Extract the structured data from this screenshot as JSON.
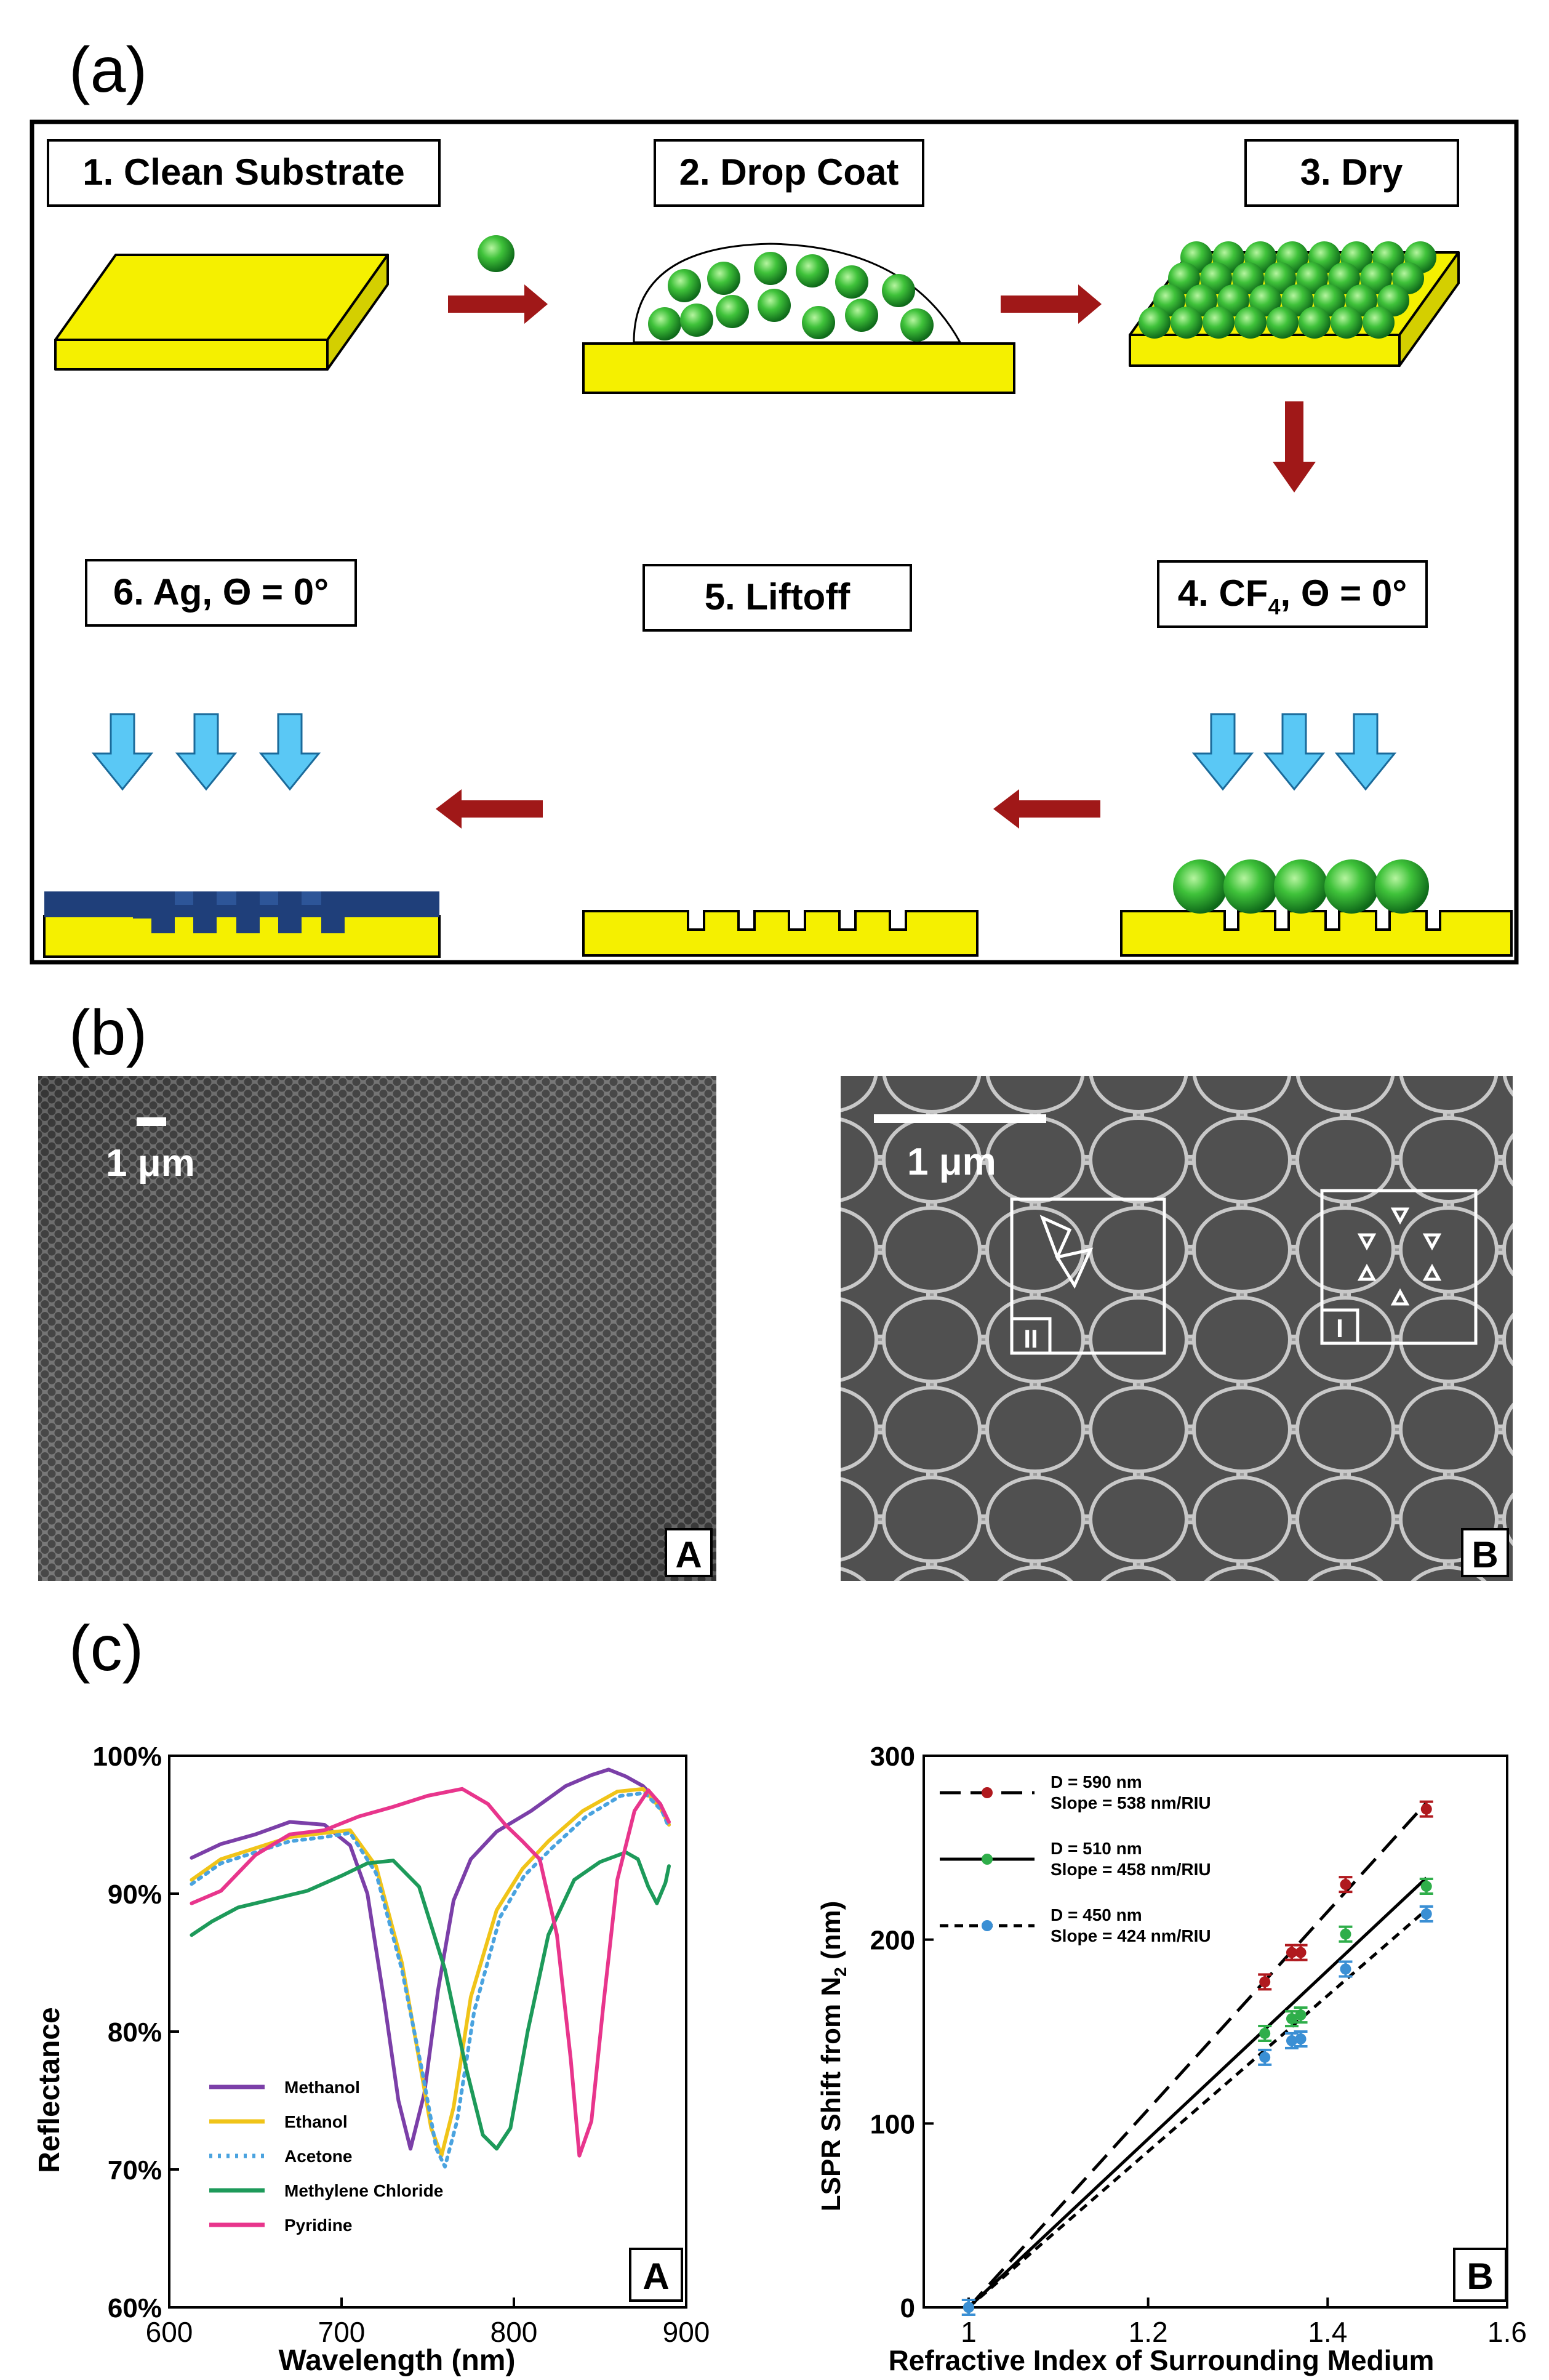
{
  "panel_a": {
    "label": "(a)",
    "steps": [
      {
        "title": "1. Clean Substrate"
      },
      {
        "title": "2. Drop Coat"
      },
      {
        "title": "3. Dry"
      },
      {
        "title_main": "4. CF",
        "title_sub": "4",
        "title_rest": ", Θ = 0°"
      },
      {
        "title": "5. Liftoff"
      },
      {
        "title": "6. Ag, Θ = 0°"
      }
    ],
    "colors": {
      "substrate": "#f5f000",
      "sphere": "#33bb33",
      "arrow_red": "#a01818",
      "arrow_blue": "#5ac8f5",
      "silver_film": "#1f3f7a"
    }
  },
  "panel_b": {
    "label": "(b)",
    "image_a": {
      "scale_label": "1 μm",
      "corner_label": "A"
    },
    "image_b": {
      "scale_label": "1 μm",
      "corner_label": "B",
      "inset_left_tag": "II",
      "inset_right_tag": "I"
    }
  },
  "panel_c": {
    "label": "(c)"
  },
  "chart_data": [
    {
      "type": "line",
      "panel": "A",
      "xlabel": "Wavelength (nm)",
      "ylabel": "Reflectance",
      "xlim": [
        600,
        900
      ],
      "ylim": [
        60,
        100
      ],
      "xticks": [
        600,
        700,
        800,
        900
      ],
      "yticks": [
        "60%",
        "70%",
        "80%",
        "90%",
        "100%"
      ],
      "legend_position": "bottom-left",
      "series": [
        {
          "name": "Methanol",
          "color": "#7b3fa8",
          "dash": "solid",
          "x": [
            613,
            630,
            650,
            670,
            690,
            705,
            715,
            725,
            733,
            740,
            748,
            756,
            765,
            775,
            790,
            810,
            830,
            845,
            855,
            865,
            875,
            885,
            890
          ],
          "y": [
            92.6,
            93.6,
            94.3,
            95.2,
            95.0,
            93.5,
            90.0,
            82.0,
            75.0,
            71.5,
            75.5,
            83.0,
            89.5,
            92.5,
            94.5,
            96.0,
            97.8,
            98.6,
            99.0,
            98.5,
            97.8,
            96.5,
            95.0
          ]
        },
        {
          "name": "Ethanol",
          "color": "#f0c419",
          "dash": "solid",
          "x": [
            613,
            630,
            650,
            670,
            690,
            705,
            720,
            735,
            745,
            752,
            758,
            765,
            775,
            790,
            805,
            820,
            840,
            860,
            875,
            885,
            890
          ],
          "y": [
            91.0,
            92.5,
            93.3,
            94.1,
            94.4,
            94.6,
            92.0,
            85.0,
            78.0,
            73.0,
            71.0,
            74.5,
            82.5,
            88.8,
            91.8,
            93.8,
            96.0,
            97.4,
            97.6,
            96.2,
            95.0
          ]
        },
        {
          "name": "Acetone",
          "color": "#4aa3df",
          "dash": "dotted",
          "x": [
            613,
            630,
            650,
            670,
            690,
            705,
            720,
            735,
            747,
            755,
            760,
            767,
            777,
            792,
            806,
            822,
            842,
            862,
            876,
            886,
            890
          ],
          "y": [
            90.7,
            92.2,
            93.0,
            93.8,
            94.1,
            94.4,
            91.5,
            84.5,
            77.0,
            71.5,
            70.2,
            73.5,
            81.5,
            88.3,
            91.3,
            93.3,
            95.6,
            97.1,
            97.3,
            96.0,
            94.8
          ]
        },
        {
          "name": "Methylene Chloride",
          "color": "#1d9a5a",
          "dash": "solid",
          "x": [
            613,
            625,
            640,
            660,
            680,
            700,
            715,
            730,
            745,
            760,
            772,
            782,
            790,
            798,
            808,
            820,
            835,
            850,
            865,
            872,
            878,
            883,
            888,
            890
          ],
          "y": [
            87.0,
            88.0,
            89.0,
            89.6,
            90.2,
            91.3,
            92.2,
            92.4,
            90.5,
            84.5,
            77.5,
            72.5,
            71.5,
            73.0,
            80.0,
            87.0,
            91.0,
            92.3,
            93.0,
            92.5,
            90.5,
            89.3,
            90.8,
            92.0
          ]
        },
        {
          "name": "Pyridine",
          "color": "#e8358c",
          "dash": "solid",
          "x": [
            613,
            630,
            650,
            670,
            690,
            710,
            730,
            750,
            770,
            785,
            795,
            805,
            815,
            825,
            833,
            838,
            845,
            852,
            860,
            870,
            878,
            885,
            890
          ],
          "y": [
            89.3,
            90.2,
            92.8,
            94.3,
            94.6,
            95.6,
            96.3,
            97.1,
            97.6,
            96.5,
            95.0,
            93.8,
            92.5,
            87.0,
            78.0,
            71.0,
            73.5,
            82.0,
            91.0,
            96.0,
            97.5,
            96.5,
            95.2
          ]
        }
      ]
    },
    {
      "type": "scatter",
      "panel": "B",
      "xlabel": "Refractive Index of Surrounding Medium",
      "ylabel_main": "LSPR Shift from N",
      "ylabel_sub": "2",
      "ylabel_tail": " (nm)",
      "xlim": [
        0.95,
        1.6
      ],
      "ylim": [
        0,
        300
      ],
      "xticks": [
        1,
        1.2,
        1.4,
        1.6
      ],
      "yticks": [
        0,
        100,
        200,
        300
      ],
      "legend_position": "top-left",
      "series": [
        {
          "name": "D = 590 nm",
          "slope_label": "Slope = 538 nm/RIU",
          "color": "#b0191e",
          "dash": "long-dash",
          "slope": 538,
          "x": [
            1.0,
            1.33,
            1.36,
            1.37,
            1.42,
            1.51
          ],
          "y": [
            0,
            177,
            193,
            193,
            230,
            271
          ]
        },
        {
          "name": "D = 510 nm",
          "slope_label": "Slope = 458 nm/RIU",
          "color": "#2fae4a",
          "dash": "solid",
          "slope": 458,
          "x": [
            1.0,
            1.33,
            1.36,
            1.37,
            1.42,
            1.51
          ],
          "y": [
            0,
            149,
            157,
            159,
            203,
            229
          ]
        },
        {
          "name": "D = 450 nm",
          "slope_label": "Slope = 424 nm/RIU",
          "color": "#3a8fd4",
          "dash": "short-dash",
          "slope": 424,
          "x": [
            1.0,
            1.33,
            1.36,
            1.37,
            1.42,
            1.51
          ],
          "y": [
            0,
            136,
            145,
            146,
            184,
            214
          ]
        }
      ],
      "corner_label": "B"
    }
  ],
  "chart_a_corner_label": "A"
}
